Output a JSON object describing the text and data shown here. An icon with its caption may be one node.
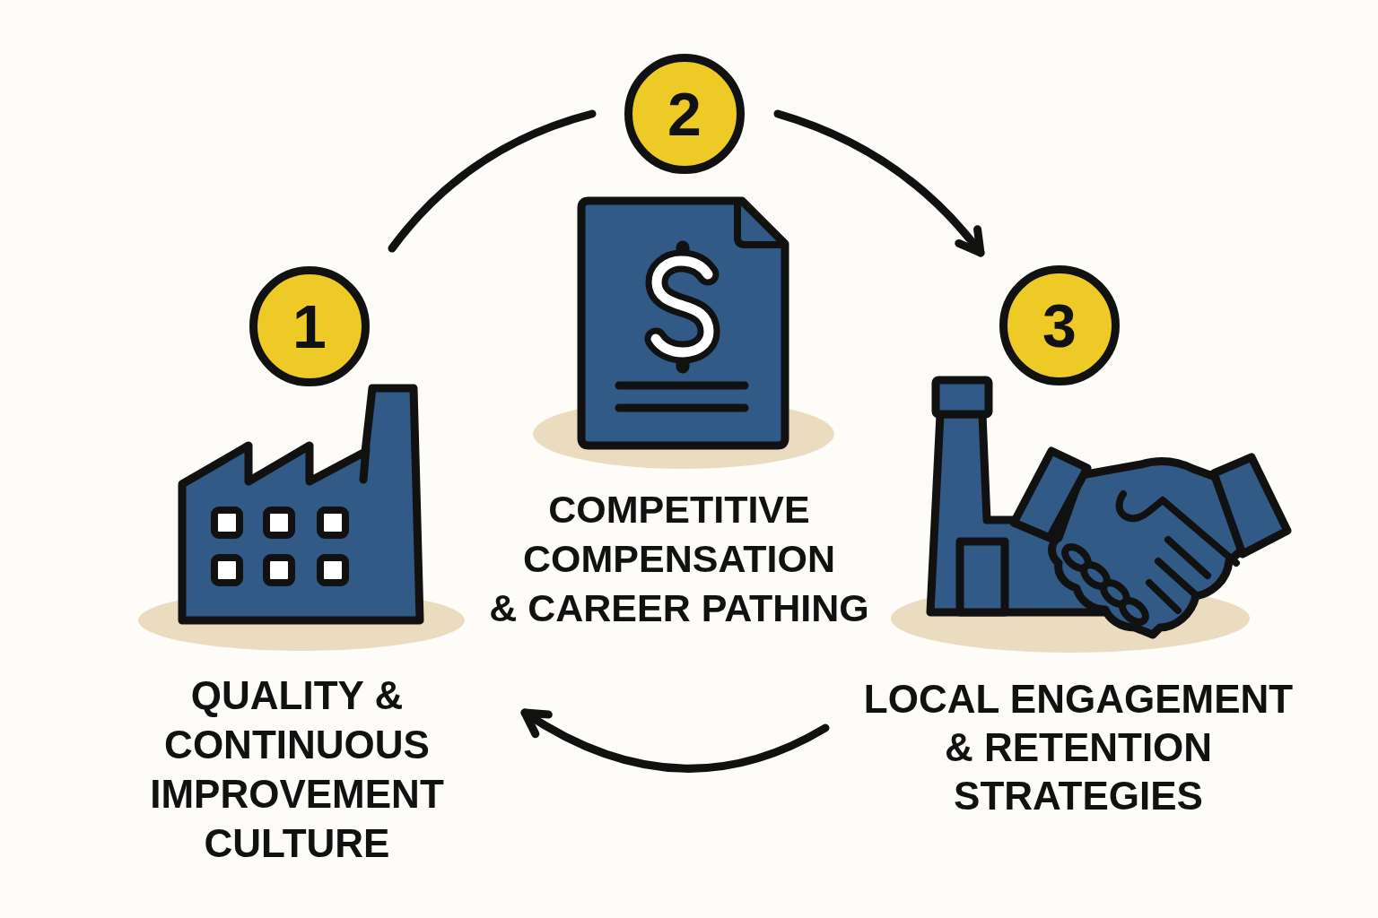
{
  "diagram": {
    "nodes": [
      {
        "text": [
          "1"
        ]
      },
      {
        "text": [
          "QUALITY & CONTINUOUS IMPROVEMENT CULTURE"
        ]
      },
      {
        "text": [
          "2"
        ]
      },
      {
        "text": [
          "COMPETITIVE COMPENSATION & CAREER PATHING"
        ]
      },
      {
        "text": [
          "3"
        ]
      },
      {
        "text": [
          "LOCAL ENGAGEMENT & RETENTION STRATEGIES"
        ]
      }
    ],
    "edges": [
      {
        "from": 0,
        "to": 2,
        "arrow": "none"
      },
      {
        "from": 2,
        "to": 4,
        "arrow": "to"
      },
      {
        "from": 5,
        "to": 1,
        "arrow": "to"
      }
    ]
  }
}
